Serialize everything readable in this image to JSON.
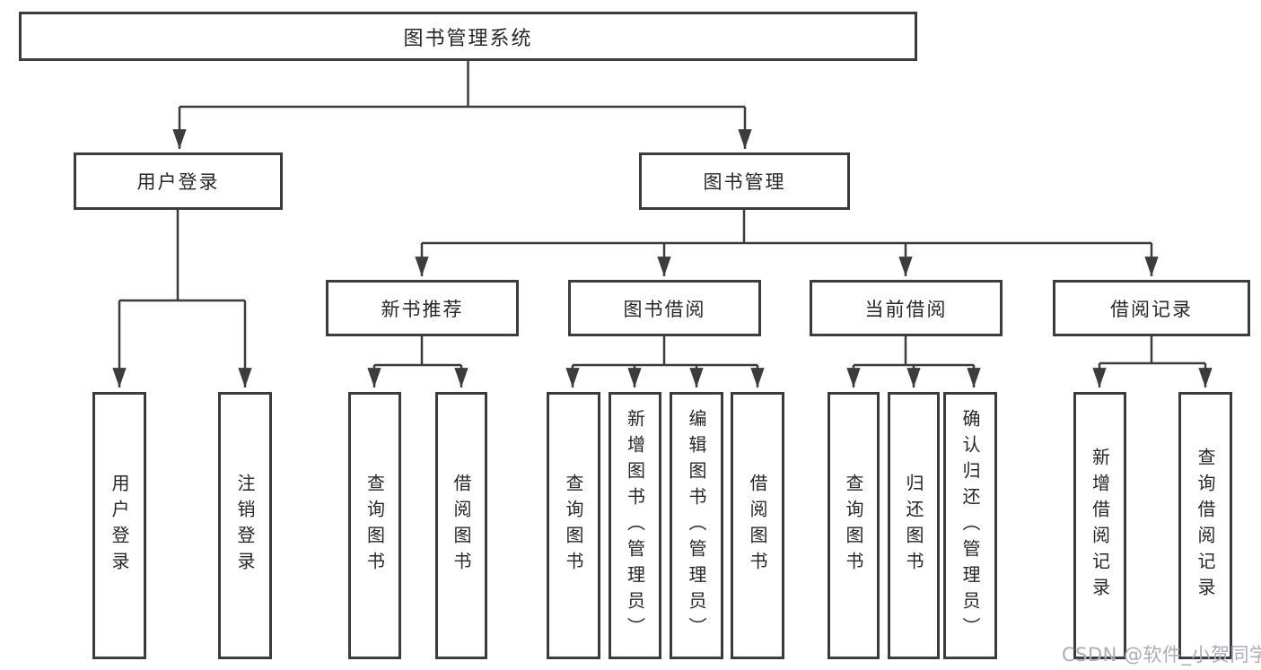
{
  "diagram": {
    "title": "图书管理系统",
    "level1": [
      {
        "label": "用户登录",
        "children": [
          "用户登录",
          "注销登录"
        ]
      },
      {
        "label": "图书管理"
      }
    ],
    "level2": [
      {
        "label": "新书推荐",
        "children": [
          "查询图书",
          "借阅图书"
        ]
      },
      {
        "label": "图书借阅",
        "children": [
          "查询图书",
          "新增图书（管理员）",
          "编辑图书（管理员）",
          "借阅图书"
        ]
      },
      {
        "label": "当前借阅",
        "children": [
          "查询图书",
          "归还图书",
          "确认归还（管理员）"
        ]
      },
      {
        "label": "借阅记录",
        "children": [
          "新增借阅记录",
          "查询借阅记录"
        ]
      }
    ]
  },
  "watermark": "CSDN @软件_小贺同学",
  "colors": {
    "line": "#3c3c3c",
    "text": "#272727",
    "watermark": "#a9adb7",
    "background": "#ffffff"
  }
}
